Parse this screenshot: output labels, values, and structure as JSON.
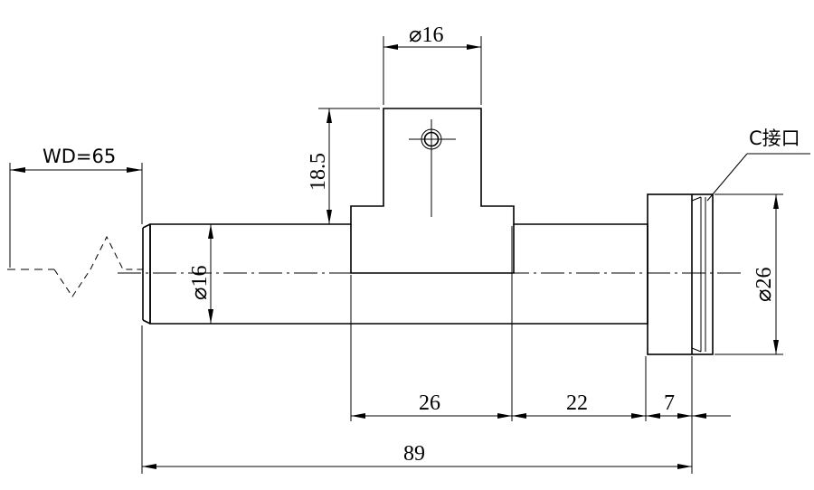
{
  "dimensions": {
    "working_distance": "WD=65",
    "mount_label": "C接口",
    "top_diameter": "⌀16",
    "body_diameter": "⌀16",
    "mount_diameter": "⌀26",
    "block_height": "18.5",
    "length_26": "26",
    "length_22": "22",
    "length_7": "7",
    "total_length": "89"
  }
}
